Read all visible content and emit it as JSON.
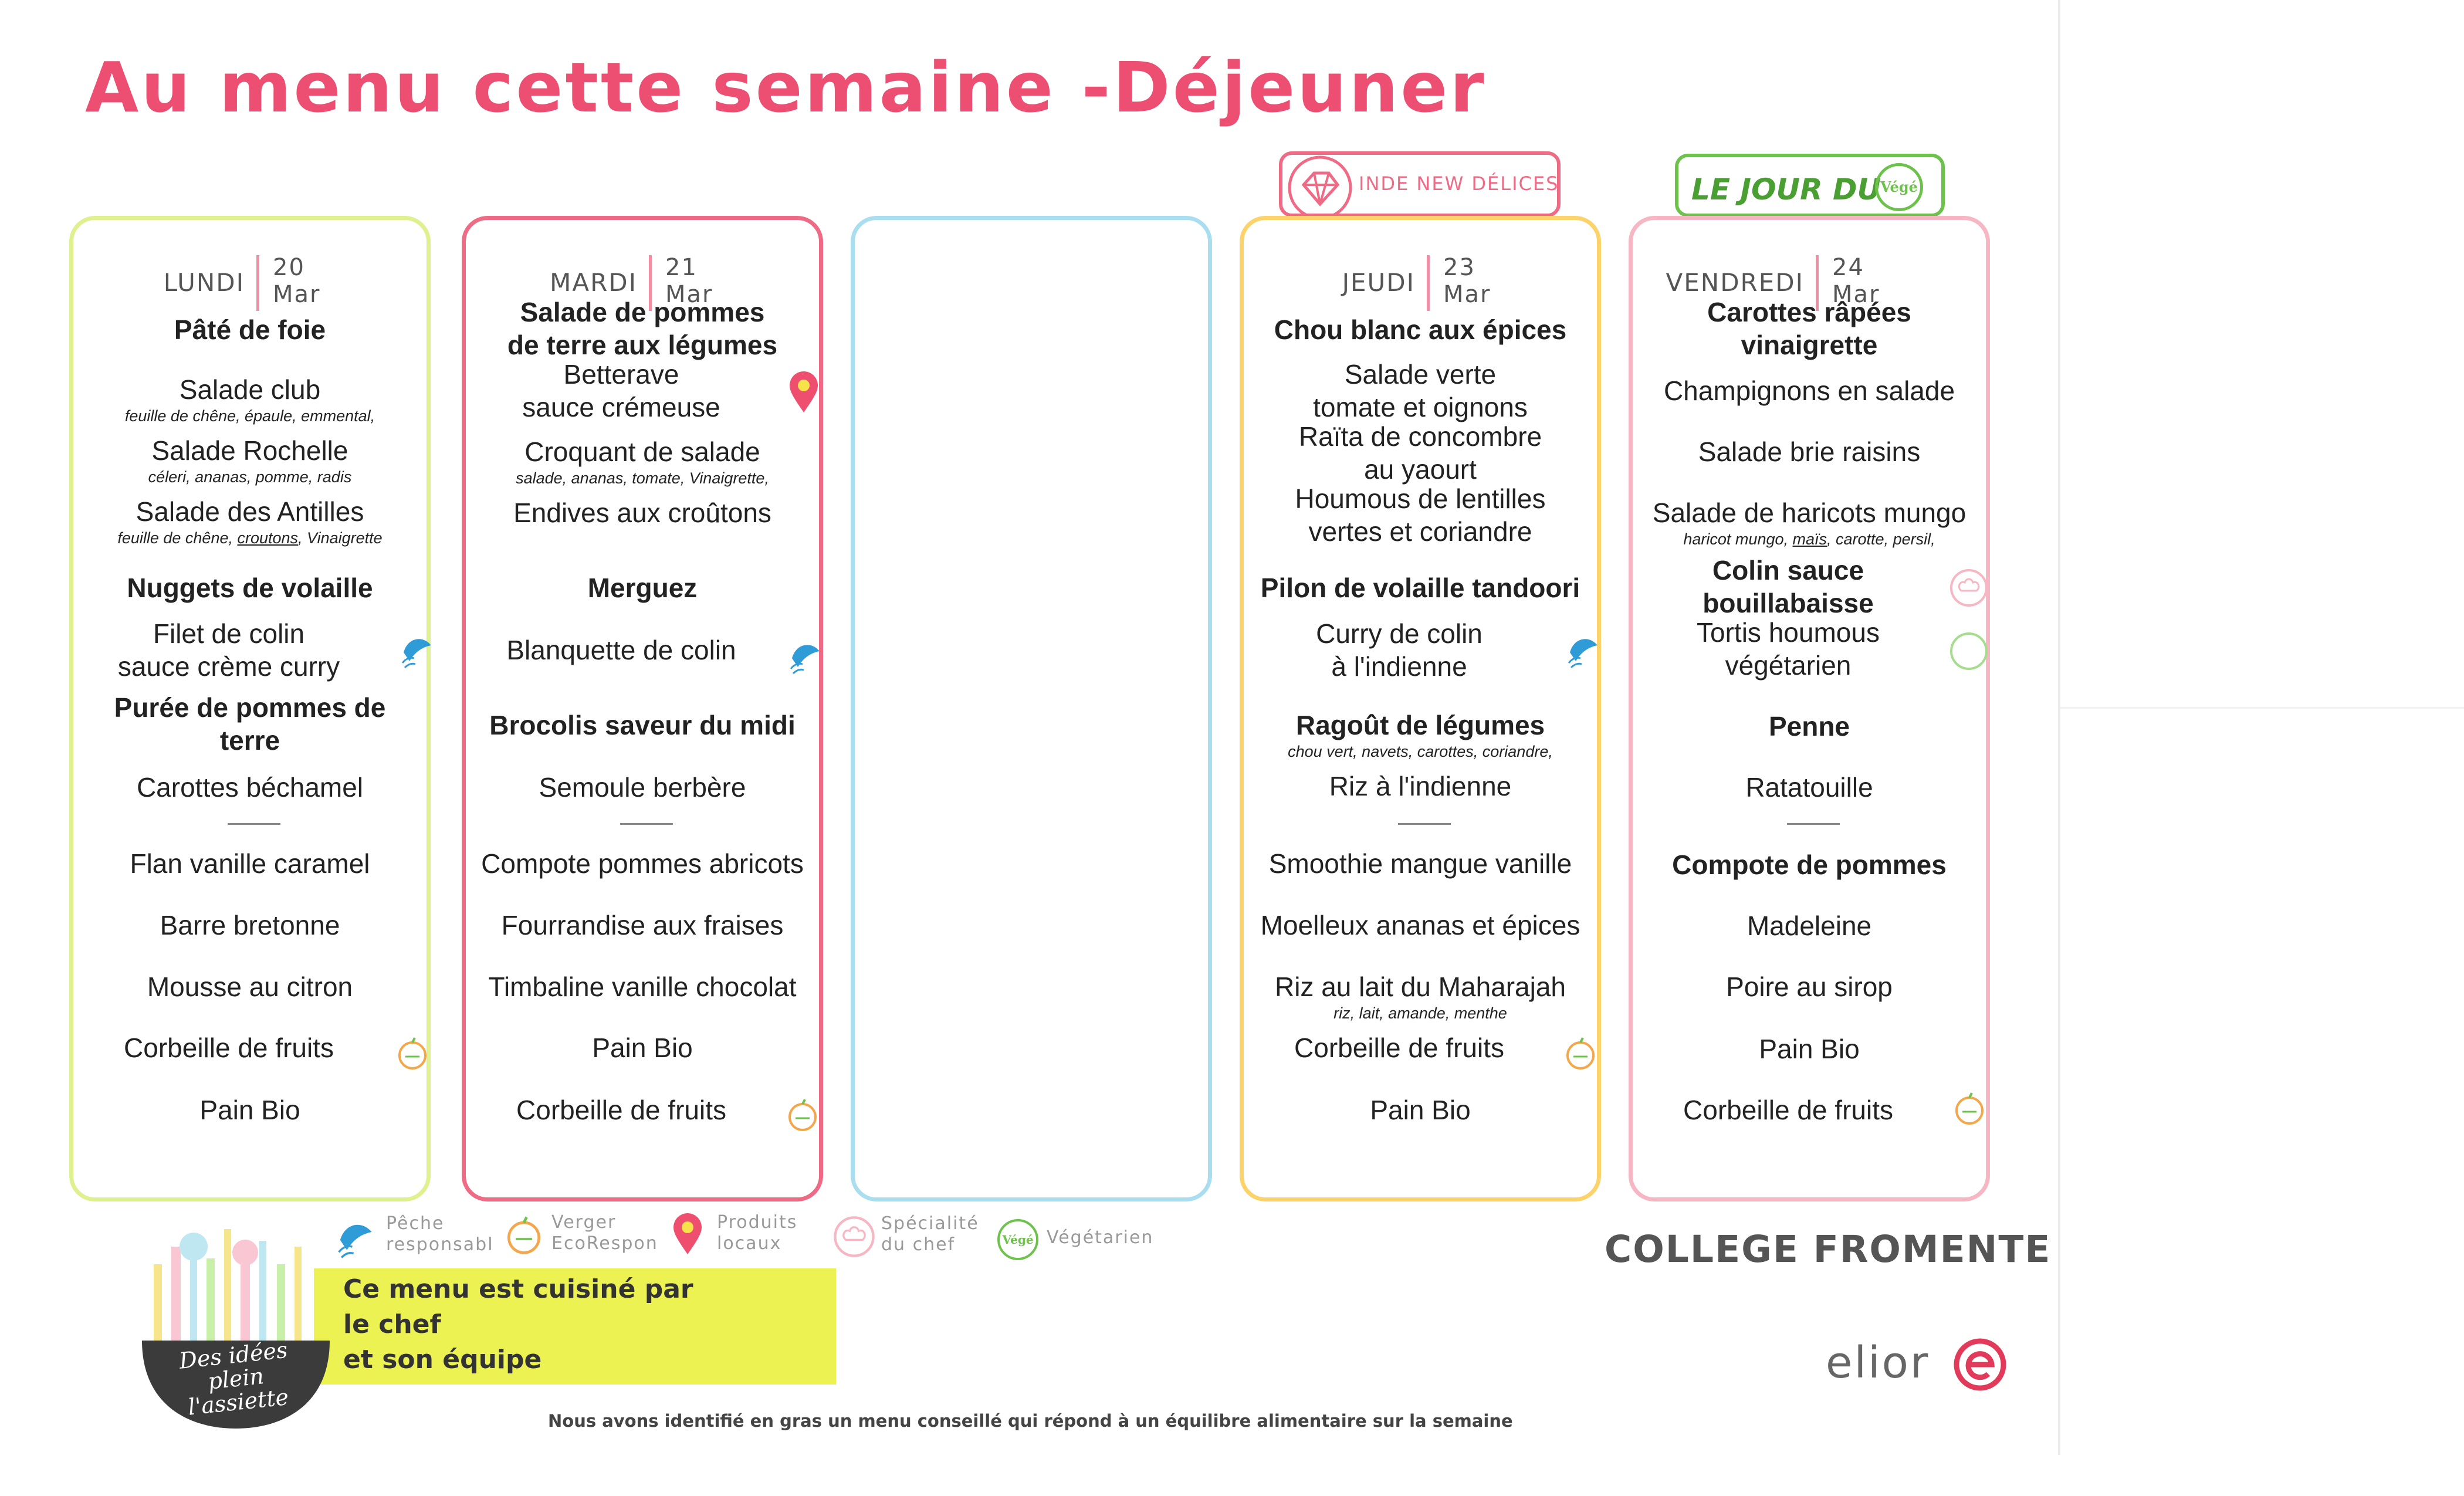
{
  "title": "Au menu cette semaine -Déjeuner",
  "tags": {
    "inde": "INDE NEW DÉLICES",
    "jour_du": "LE JOUR DU",
    "vege_badge": "Végé"
  },
  "days": {
    "lundi": {
      "name": "LUNDI",
      "num": "20",
      "month": "Mar",
      "entrees": {
        "bold": "Pâté de foie",
        "alt1": "Salade club",
        "alt1_desc": "feuille de chêne, épaule, emmental,",
        "alt2": "Salade Rochelle",
        "alt2_desc": "céleri, ananas, pomme, radis",
        "alt3": "Salade des Antilles",
        "alt3_desc_a": "feuille de chêne, ",
        "alt3_desc_b": "croutons",
        "alt3_desc_c": ", Vinaigrette"
      },
      "plat": {
        "bold": "Nuggets de volaille",
        "alt_1": "Filet de colin",
        "alt_2": "sauce crème curry"
      },
      "garniture": {
        "bold_1": "Purée de pommes de",
        "bold_2": "terre",
        "alt": "Carottes béchamel"
      },
      "desserts": [
        "Flan vanille caramel",
        "Barre bretonne",
        "Mousse au citron",
        "Corbeille de fruits",
        "Pain Bio"
      ]
    },
    "mardi": {
      "name": "MARDI",
      "num": "21",
      "month": "Mar",
      "entrees": {
        "bold_1": "Salade de pommes",
        "bold_2": "de terre aux légumes",
        "alt1_1": "Betterave",
        "alt1_2": "sauce crémeuse",
        "alt2": "Croquant de salade",
        "alt2_desc": "salade, ananas, tomate, Vinaigrette,",
        "alt3": "Endives aux croûtons"
      },
      "plat": {
        "bold": "Merguez",
        "alt": "Blanquette de colin"
      },
      "garniture": {
        "bold": "Brocolis saveur du midi",
        "alt": "Semoule berbère"
      },
      "desserts": [
        "Compote pommes abricots",
        "Fourrandise aux fraises",
        "Timbaline vanille chocolat",
        "Pain Bio",
        "Corbeille de fruits"
      ]
    },
    "jeudi": {
      "name": "JEUDI",
      "num": "23",
      "month": "Mar",
      "entrees": {
        "bold": "Chou blanc aux épices",
        "alt1_1": "Salade verte",
        "alt1_2": "tomate et oignons",
        "alt2_1": "Raïta de concombre",
        "alt2_2": "au yaourt",
        "alt3_1": "Houmous de lentilles",
        "alt3_2": "vertes et coriandre"
      },
      "plat": {
        "bold": "Pilon de volaille tandoori",
        "alt_1": "Curry de colin",
        "alt_2": "à l'indienne"
      },
      "garniture": {
        "bold": "Ragoût de légumes",
        "bold_desc": "chou vert, navets, carottes, coriandre,",
        "alt": "Riz à l'indienne"
      },
      "desserts": [
        "Smoothie mangue vanille",
        "Moelleux ananas et épices",
        "Riz au lait du Maharajah",
        "Corbeille de fruits",
        "Pain Bio"
      ],
      "dessert3_desc": "riz, lait, amande, menthe"
    },
    "vendredi": {
      "name": "VENDREDI",
      "num": "24",
      "month": "Mar",
      "entrees": {
        "bold_1": "Carottes râpées",
        "bold_2": "vinaigrette",
        "alt1": "Champignons en salade",
        "alt2": "Salade brie raisins",
        "alt3": "Salade de haricots mungo",
        "alt3_desc_a": "haricot mungo, ",
        "alt3_desc_b": "maïs",
        "alt3_desc_c": ", carotte, persil,"
      },
      "plat": {
        "bold_1": "Colin sauce",
        "bold_2": "bouillabaisse",
        "alt_1": "Tortis houmous",
        "alt_2": "végétarien"
      },
      "garniture": {
        "bold": "Penne",
        "alt": "Ratatouille"
      },
      "desserts": [
        "Compote de pommes",
        "Madeleine",
        "Poire au sirop",
        "Pain Bio",
        "Corbeille de fruits"
      ]
    }
  },
  "legend": {
    "peche_1": "Pêche",
    "peche_2": "responsabl",
    "verger_1": "Verger",
    "verger_2": "EcoRespon",
    "produits_1": "Produits",
    "produits_2": "locaux",
    "specialite_1": "Spécialité",
    "specialite_2": "du chef",
    "vegetarien": "Végétarien"
  },
  "chef_box": {
    "line1": "Ce menu est cuisiné par",
    "line2": "le chef",
    "line3": "et son équipe"
  },
  "logo_text": {
    "line1": "Des idées plein",
    "line2": "l'assiette"
  },
  "college": "COLLEGE FROMENTE",
  "elior": "elior",
  "footnote": "Nous avons identifié en gras un menu conseillé qui répond à un équilibre alimentaire sur la semaine",
  "colors": {
    "title": "#ec4f72",
    "lundi": "#dff08e",
    "mardi": "#ee6a85",
    "empty": "#a9def0",
    "jeudi": "#fcd36a",
    "vendredi": "#f6b6c3",
    "vege": "#6cc24a",
    "chef_box": "#ebf252"
  }
}
